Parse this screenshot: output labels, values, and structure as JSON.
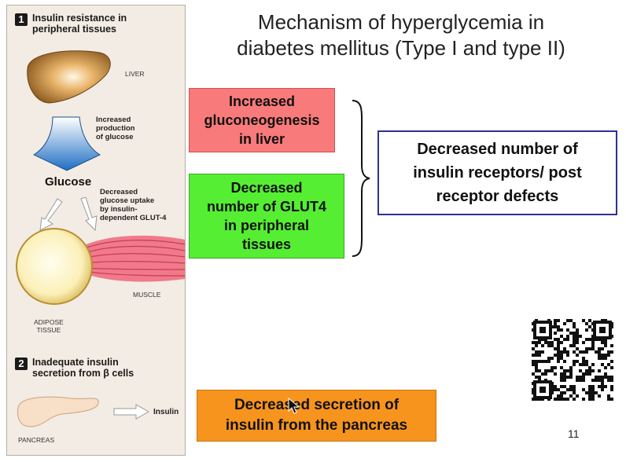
{
  "title": "Mechanism of hyperglycemia in\ndiabetes mellitus (Type I and type II)",
  "panel": {
    "section1_number": "1",
    "section1_title": "Insulin resistance in\nperipheral tissues",
    "liver_label": "LIVER",
    "increased_production": "Increased\nproduction\nof glucose",
    "glucose_label": "Glucose",
    "decreased_uptake": "Decreased\nglucose uptake\nby insulin-\ndependent GLUT-4",
    "muscle_label": "MUSCLE",
    "adipose_label": "ADIPOSE\nTISSUE",
    "section2_number": "2",
    "section2_title": "Inadequate insulin\nsecretion from β cells",
    "pancreas_label": "PANCREAS",
    "insulin_label": "Insulin"
  },
  "boxes": {
    "gluconeogenesis": "Increased\ngluconeogenesis\nin liver",
    "glut4": "Decreased\nnumber of GLUT4\nin peripheral\ntissues",
    "receptors": "Decreased number of\ninsulin receptors/ post\nreceptor defects",
    "secretion": "Decreased secretion of\ninsulin from the pancreas"
  },
  "page_number": "11",
  "colors": {
    "red_box": "#f97a7a",
    "green_box": "#55ee33",
    "orange_box": "#f7941d",
    "blue_border": "#2e3192"
  }
}
